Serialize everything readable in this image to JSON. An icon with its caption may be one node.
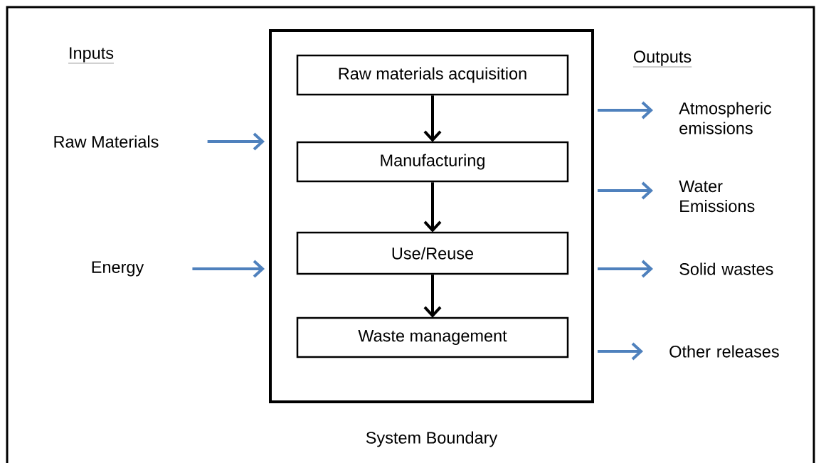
{
  "diagram": {
    "nodes": [
      {
        "text": [
          "System Boundary"
        ]
      },
      {
        "text": [
          "Raw materials acquisition"
        ],
        "in": 0
      },
      {
        "text": [
          "Manufacturing"
        ],
        "in": 0
      },
      {
        "text": [
          "Use/Reuse"
        ],
        "in": 0
      },
      {
        "text": [
          "Waste management"
        ],
        "in": 0
      },
      {
        "text": [
          "Raw Materials"
        ]
      },
      {
        "text": [
          "Energy"
        ]
      },
      {
        "text": [
          "Atmospheric emissions"
        ]
      },
      {
        "text": [
          "Water Emissions"
        ]
      },
      {
        "text": [
          "Solid wastes"
        ]
      },
      {
        "text": [
          "Other releases"
        ]
      }
    ],
    "edges": [
      {
        "from": 1,
        "to": 2,
        "arrow": "to",
        "color": "#000000"
      },
      {
        "from": 2,
        "to": 3,
        "arrow": "to",
        "color": "#000000"
      },
      {
        "from": 3,
        "to": 4,
        "arrow": "to",
        "color": "#000000"
      },
      {
        "from": 5,
        "to": 0,
        "arrow": "to"
      },
      {
        "from": 6,
        "to": 0,
        "arrow": "to"
      },
      {
        "from": 0,
        "to": 7,
        "arrow": "to"
      },
      {
        "from": 0,
        "to": 8,
        "arrow": "to"
      },
      {
        "from": 0,
        "to": 9,
        "arrow": "to"
      },
      {
        "from": 0,
        "to": 10,
        "arrow": "to"
      }
    ],
    "labels": [
      "Inputs",
      "Outputs"
    ]
  }
}
